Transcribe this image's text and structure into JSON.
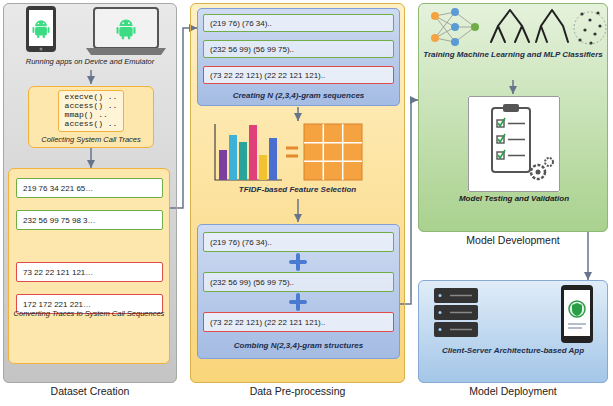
{
  "diagram": {
    "nodes": [
      {
        "text": [
          "Dataset Creation"
        ]
      },
      {
        "text": [
          "execve() ..",
          "access() ..",
          "mmap() ..",
          "access() ..",
          "Collecting System Call Traces"
        ],
        "in": 0
      },
      {
        "text": [
          "Converting Traces to System Call Sequences"
        ],
        "in": 0
      },
      {
        "text": [
          "219 76 34 221 65…"
        ],
        "in": 2
      },
      {
        "text": [
          "232 56 99 75 98 3…"
        ],
        "in": 2
      },
      {
        "text": [
          "73 22 22 121 121…"
        ],
        "in": 2
      },
      {
        "text": [
          "172 172 221 221…"
        ],
        "in": 2
      },
      {
        "text": [
          "Data Pre-processing"
        ]
      },
      {
        "text": [
          "Creating N (2,3,4)-gram sequences"
        ],
        "in": 7
      },
      {
        "text": [
          "(219 76) (76 34).."
        ],
        "in": 8
      },
      {
        "text": [
          "(232 56 99) (56 99 75).."
        ],
        "in": 8
      },
      {
        "text": [
          "(73 22 22 121) (22 22 121 121).."
        ],
        "in": 8
      },
      {
        "text": [
          "Combing N(2,3,4)-gram structures"
        ],
        "in": 7
      },
      {
        "text": [
          "(219 76) (76 34).."
        ],
        "in": 12
      },
      {
        "text": [
          "(232 56 99) (56 99 75).."
        ],
        "in": 12
      },
      {
        "text": [
          "(73 22 22 121) (22 22 121 121).."
        ],
        "in": 12
      },
      {
        "text": [
          "Model Development"
        ]
      },
      {
        "text": [
          "Model Testing and Validation"
        ],
        "in": 16
      },
      {
        "text": [
          "Model Deployment"
        ]
      }
    ],
    "edges": [
      {
        "from": 1,
        "to": 2,
        "arrow": "to"
      },
      {
        "from": 2,
        "to": 8,
        "arrow": "to"
      },
      {
        "from": 12,
        "to": 16,
        "arrow": "to"
      },
      {
        "from": 16,
        "to": 18,
        "arrow": "to"
      }
    ],
    "labels": [
      "Running apps on Device and Emulator",
      "TFIDF-based Feature Selection",
      "Training Machine Learning and MLP Classifiers",
      "Client-Server Architecture-based App"
    ]
  }
}
